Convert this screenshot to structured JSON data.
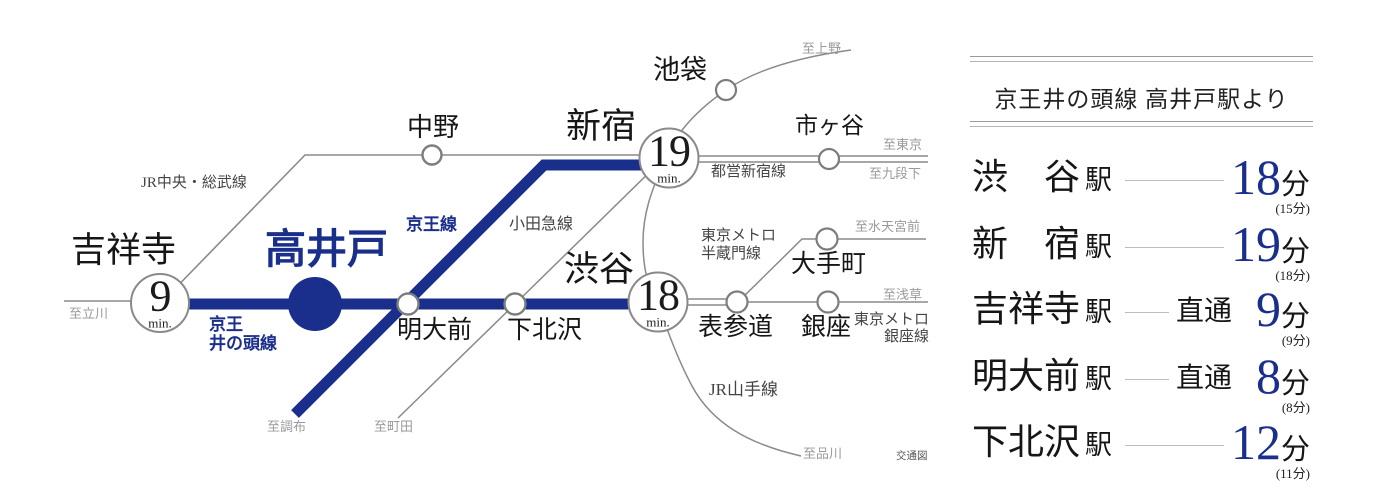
{
  "colors": {
    "navy": "#1a2f8c",
    "line_gray": "#8a8a8a",
    "direction_gray": "#9a9a9a",
    "text_dark": "#161616"
  },
  "diagram": {
    "caption": "交通図",
    "stations": {
      "nakano": "中野",
      "shinjuku": "新宿",
      "ikebukuro": "池袋",
      "ichigaya": "市ヶ谷",
      "otemachi": "大手町",
      "omotesando": "表参道",
      "ginza": "銀座",
      "kichijoji": "吉祥寺",
      "takaido": "高井戸",
      "meidaimae": "明大前",
      "shimokitazawa": "下北沢",
      "shibuya": "渋谷"
    },
    "lines": {
      "jr_chuo_sobu": "JR中央・総武線",
      "odakyu": "小田急線",
      "toei_shinjuku": "都営新宿線",
      "jr_yamanote": "JR山手線",
      "keio": "京王線",
      "keio_inokashira": {
        "line1": "京王",
        "line2": "井の頭線"
      },
      "metro_hanzomon": {
        "line1": "東京メトロ",
        "line2": "半蔵門線"
      },
      "metro_ginza": {
        "line1": "東京メトロ",
        "line2": "銀座線"
      }
    },
    "directions": {
      "ueno": "至上野",
      "tokyo": "至東京",
      "kudanshita": "至九段下",
      "suitengumae": "至水天宮前",
      "asakusa": "至浅草",
      "shinagawa": "至品川",
      "tachikawa": "至立川",
      "chofu": "至調布",
      "machida": "至町田"
    },
    "badges": {
      "kichijoji": {
        "value": "9",
        "unit": "min."
      },
      "shinjuku": {
        "value": "19",
        "unit": "min."
      },
      "shibuya": {
        "value": "18",
        "unit": "min."
      }
    }
  },
  "panel": {
    "title": "京王井の頭線 高井戸駅より",
    "rows": [
      {
        "station": "渋谷",
        "suffix": "駅",
        "via": "",
        "time": "18",
        "unit": "分",
        "paren": "(15分)"
      },
      {
        "station": "新宿",
        "suffix": "駅",
        "via": "",
        "time": "19",
        "unit": "分",
        "paren": "(18分)"
      },
      {
        "station": "吉祥寺",
        "suffix": "駅",
        "via": "直通",
        "time": "9",
        "unit": "分",
        "paren": "(9分)"
      },
      {
        "station": "明大前",
        "suffix": "駅",
        "via": "直通",
        "time": "8",
        "unit": "分",
        "paren": "(8分)"
      },
      {
        "station": "下北沢",
        "suffix": "駅",
        "via": "",
        "time": "12",
        "unit": "分",
        "paren": "(11分)"
      }
    ]
  }
}
